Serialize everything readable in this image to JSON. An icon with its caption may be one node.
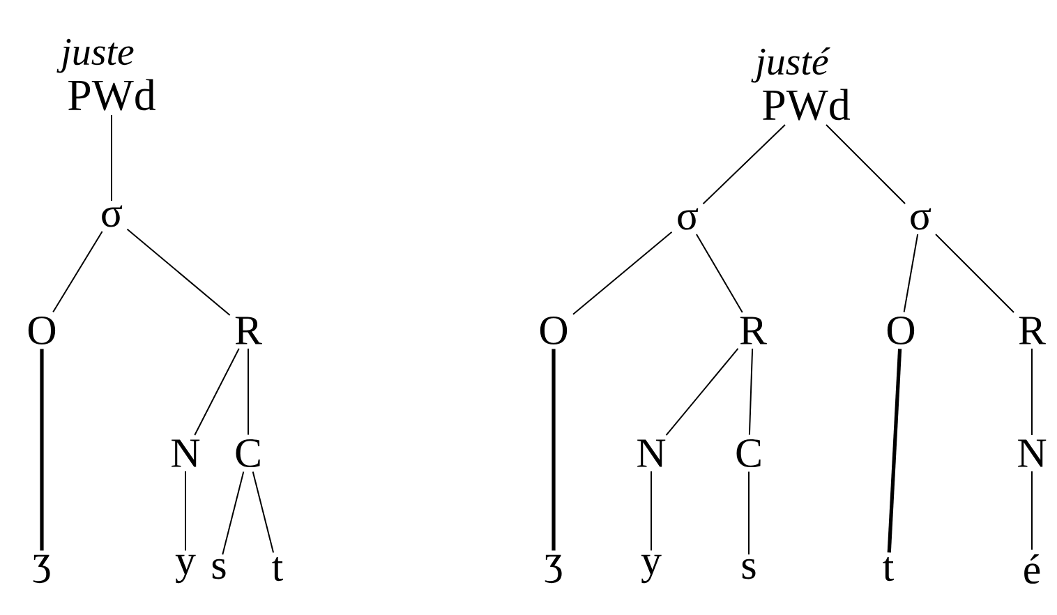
{
  "diagram": {
    "nodes": [
      {
        "text": [
          "PWd"
        ],
        "beside": [
          "juste"
        ]
      },
      {
        "text": [
          "σ"
        ]
      },
      {
        "text": [
          "O"
        ]
      },
      {
        "text": [
          "R"
        ]
      },
      {
        "text": [
          "N"
        ]
      },
      {
        "text": [
          "C"
        ]
      },
      {
        "text": [
          "ʒ"
        ]
      },
      {
        "text": [
          "y"
        ]
      },
      {
        "text": [
          "s"
        ]
      },
      {
        "text": [
          "t"
        ]
      },
      {
        "text": [
          "PWd"
        ],
        "beside": [
          "justé"
        ]
      },
      {
        "text": [
          "σ"
        ]
      },
      {
        "text": [
          "σ"
        ]
      },
      {
        "text": [
          "O"
        ]
      },
      {
        "text": [
          "R"
        ]
      },
      {
        "text": [
          "O"
        ]
      },
      {
        "text": [
          "R"
        ]
      },
      {
        "text": [
          "N"
        ]
      },
      {
        "text": [
          "C"
        ]
      },
      {
        "text": [
          "N"
        ]
      },
      {
        "text": [
          "ʒ"
        ]
      },
      {
        "text": [
          "y"
        ]
      },
      {
        "text": [
          "s"
        ]
      },
      {
        "text": [
          "t"
        ]
      },
      {
        "text": [
          "é"
        ]
      }
    ],
    "edges": [
      {
        "from": 0,
        "to": 1,
        "arrow": "none"
      },
      {
        "from": 1,
        "to": 2,
        "arrow": "none"
      },
      {
        "from": 1,
        "to": 3,
        "arrow": "none"
      },
      {
        "from": 2,
        "to": 6,
        "arrow": "none",
        "style": "thick"
      },
      {
        "from": 3,
        "to": 4,
        "arrow": "none"
      },
      {
        "from": 3,
        "to": 5,
        "arrow": "none"
      },
      {
        "from": 4,
        "to": 7,
        "arrow": "none"
      },
      {
        "from": 5,
        "to": 8,
        "arrow": "none"
      },
      {
        "from": 5,
        "to": 9,
        "arrow": "none"
      },
      {
        "from": 10,
        "to": 11,
        "arrow": "none"
      },
      {
        "from": 10,
        "to": 12,
        "arrow": "none"
      },
      {
        "from": 11,
        "to": 13,
        "arrow": "none"
      },
      {
        "from": 11,
        "to": 14,
        "arrow": "none"
      },
      {
        "from": 12,
        "to": 15,
        "arrow": "none"
      },
      {
        "from": 12,
        "to": 16,
        "arrow": "none"
      },
      {
        "from": 13,
        "to": 20,
        "arrow": "none",
        "style": "thick"
      },
      {
        "from": 14,
        "to": 17,
        "arrow": "none"
      },
      {
        "from": 14,
        "to": 18,
        "arrow": "none"
      },
      {
        "from": 17,
        "to": 21,
        "arrow": "none"
      },
      {
        "from": 18,
        "to": 22,
        "arrow": "none"
      },
      {
        "from": 15,
        "to": 23,
        "arrow": "none",
        "style": "thick"
      },
      {
        "from": 16,
        "to": 19,
        "arrow": "none"
      },
      {
        "from": 19,
        "to": 24,
        "arrow": "none"
      }
    ]
  }
}
